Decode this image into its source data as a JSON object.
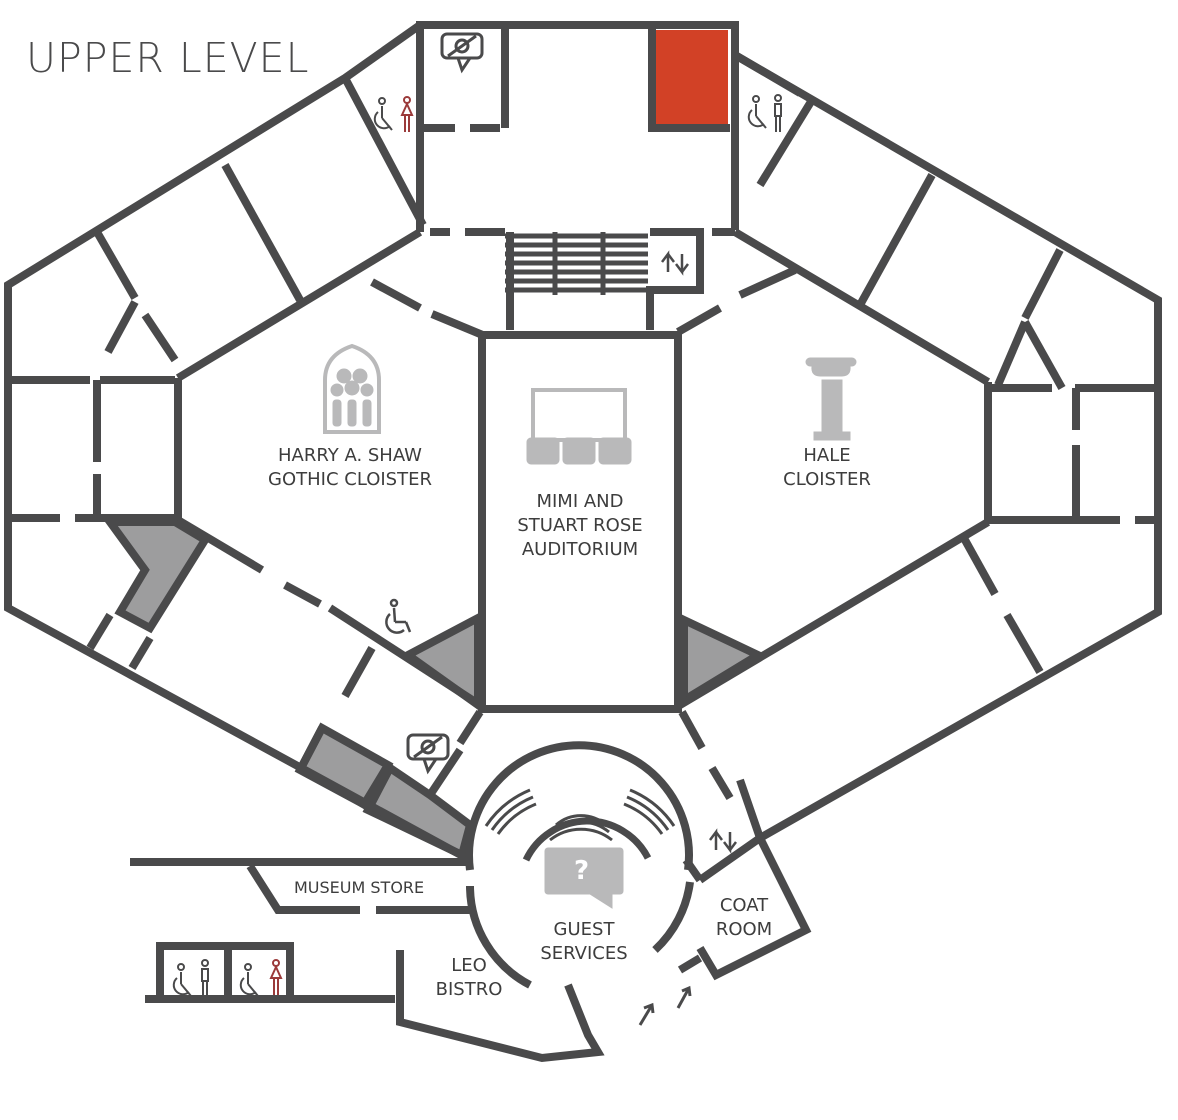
{
  "map": {
    "title": "UPPER LEVEL",
    "colors": {
      "wall": "#4a4a4b",
      "shaded": "#9d9d9e",
      "highlight": "#d24126",
      "icon": "#b9b9ba",
      "restroom_female": "#9b3a3a"
    },
    "rooms": {
      "gothic_line1": "HARRY A. SHAW",
      "gothic_line2": "GOTHIC CLOISTER",
      "auditorium_line1": "MIMI AND",
      "auditorium_line2": "STUART ROSE",
      "auditorium_line3": "AUDITORIUM",
      "hale_line1": "HALE",
      "hale_line2": "CLOISTER",
      "guest_line1": "GUEST",
      "guest_line2": "SERVICES",
      "coat_line1": "COAT",
      "coat_line2": "ROOM",
      "bistro_line1": "LEO",
      "bistro_line2": "BISTRO",
      "store": "MUSEUM STORE"
    },
    "guest_services_glyph": "?",
    "icons": [
      "no-photography-icon",
      "accessible-icon",
      "restroom-icon",
      "elevator-icon",
      "cathedral-window-icon",
      "theater-icon",
      "column-icon",
      "guest-services-icon",
      "entrance-arrow-icon"
    ]
  }
}
